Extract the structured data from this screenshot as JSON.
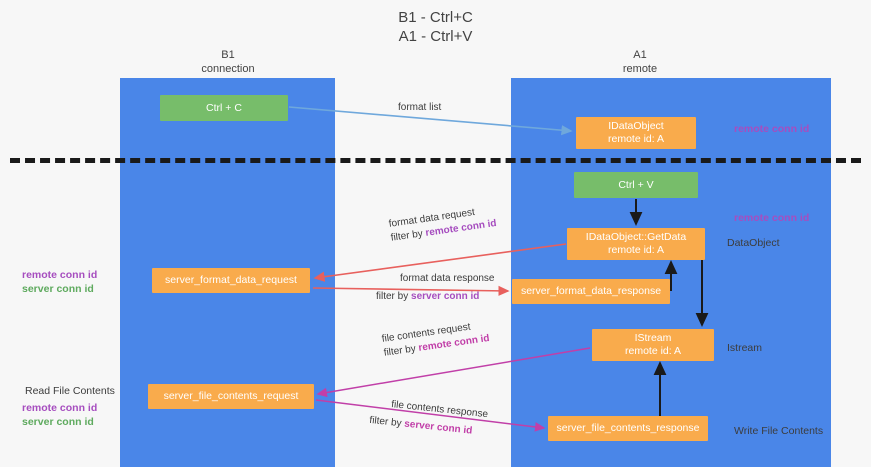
{
  "title": "B1 - Ctrl+C\nA1 - Ctrl+V",
  "lanes": [
    {
      "id": "b1",
      "header": "B1\nconnection"
    },
    {
      "id": "a1",
      "header": "A1\nremote"
    }
  ],
  "nodes": [
    {
      "id": "ctrl-c",
      "kind": "green",
      "line1": "Ctrl + C",
      "line2": ""
    },
    {
      "id": "ctrl-v",
      "kind": "green",
      "line1": "Ctrl + V",
      "line2": ""
    },
    {
      "id": "get-idataobject",
      "kind": "orange",
      "line1": "IDataObject",
      "line2": "remote id: A"
    },
    {
      "id": "idataobject-getdata",
      "kind": "orange",
      "line1": "IDataObject::GetData",
      "line2": "remote id: A"
    },
    {
      "id": "istream",
      "kind": "orange",
      "line1": "IStream",
      "line2": "remote id: A"
    },
    {
      "id": "server-format-data-request",
      "kind": "orange",
      "line1": "server_format_data_request",
      "line2": ""
    },
    {
      "id": "server-format-data-response",
      "kind": "orange",
      "line1": "server_format_data_response",
      "line2": ""
    },
    {
      "id": "server-file-contents-request",
      "kind": "orange",
      "line1": "server_file_contents_request",
      "line2": ""
    },
    {
      "id": "server-file-contents-response",
      "kind": "orange",
      "line1": "server_file_contents_response",
      "line2": ""
    }
  ],
  "edge_labels": {
    "format_list": "format list",
    "format_data_request": "format data request",
    "format_data_request_filter_prefix": "filter by ",
    "format_data_request_filter_key": "remote conn id",
    "format_data_response": "format data response",
    "format_data_response_filter_prefix": "filter by ",
    "format_data_response_filter_key": "server conn id",
    "file_contents_request": "file contents request",
    "file_contents_request_filter_prefix": "filter by ",
    "file_contents_request_filter_key": "remote conn id",
    "file_contents_response": "file contents response",
    "file_contents_response_filter_prefix": "filter by ",
    "file_contents_response_filter_key": "server conn id"
  },
  "annotations": {
    "right_remote_conn_id_top": "remote conn id",
    "right_remote_conn_id_mid": "remote conn id",
    "right_dataobject": "DataObject",
    "right_istream": "Istream",
    "right_write_file_contents": "Write File Contents",
    "left_remote_conn_id": "remote conn id",
    "left_server_conn_id": "server conn id",
    "left_read_file_contents": "Read File Contents",
    "left_remote_conn_id_2": "remote conn id",
    "left_server_conn_id_2": "server conn id"
  },
  "colors": {
    "lane": "#4a86e8",
    "green_node": "#77bd6a",
    "orange_node": "#f9ab4c",
    "purple": "#a64dbf",
    "green_text": "#5eaa5e",
    "red_arrow": "#e8605d",
    "magenta_arrow": "#c13fa8",
    "blue_arrow": "#6fa8dc",
    "background": "#f7f7f7",
    "separator": "#1a1a1a"
  }
}
